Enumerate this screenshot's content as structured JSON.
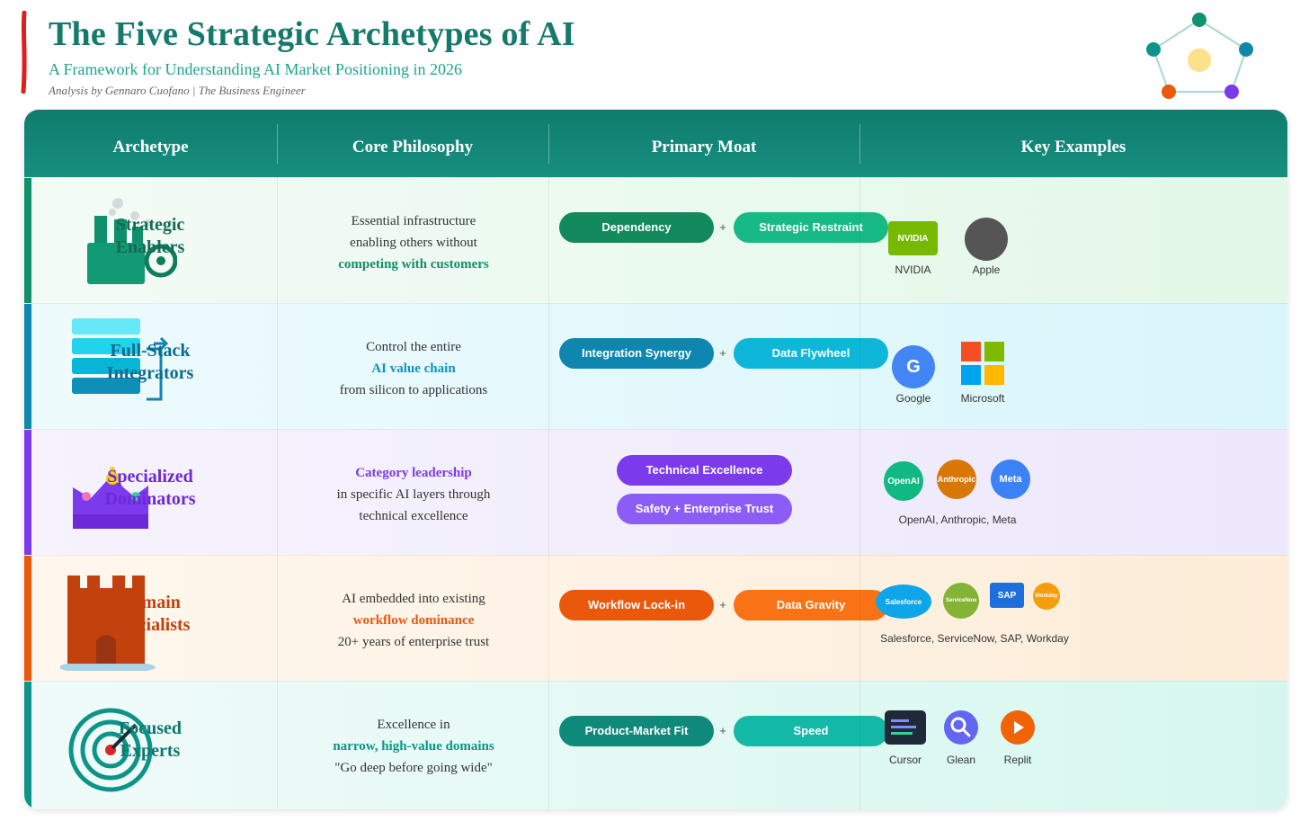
{
  "header": {
    "title": "The Five Strategic Archetypes of AI",
    "subtitle": "A Framework for Understanding AI Market Positioning in 2026",
    "byline": "Analysis by Gennaro Cuofano | The Business Engineer"
  },
  "table": {
    "headers": [
      "Archetype",
      "Core Philosophy",
      "Primary Moat",
      "Key Examples"
    ],
    "rows": [
      {
        "archetype": [
          "Strategic",
          "Enablers"
        ],
        "philosophy": [
          "Essential infrastructure",
          "enabling others without",
          "competing with customers"
        ],
        "moats": [
          "Dependency",
          "Strategic Restraint"
        ],
        "plus": "+",
        "examples": [
          {
            "logo_text": "NVIDIA",
            "caption": "NVIDIA"
          },
          {
            "logo_text": "",
            "caption": "Apple"
          }
        ]
      },
      {
        "archetype": [
          "Full-Stack",
          "Integrators"
        ],
        "philosophy": [
          "Control the entire",
          "AI value chain",
          "from silicon to applications"
        ],
        "moats": [
          "Integration Synergy",
          "Data Flywheel"
        ],
        "plus": "+",
        "examples": [
          {
            "logo_text": "G",
            "caption": "Google"
          },
          {
            "logo_text": "",
            "caption": "Microsoft"
          }
        ]
      },
      {
        "archetype": [
          "Specialized",
          "Dominators"
        ],
        "philosophy": [
          "Category leadership",
          "in specific AI layers through",
          "technical excellence"
        ],
        "moats": [
          "Technical Excellence",
          "Safety + Enterprise Trust"
        ],
        "examples": [
          {
            "logo_text": "OpenAI"
          },
          {
            "logo_text": "Anthropic"
          },
          {
            "logo_text": "Meta"
          }
        ],
        "examples_caption": "OpenAI, Anthropic, Meta"
      },
      {
        "archetype": [
          "Domain",
          "Specialists"
        ],
        "philosophy": [
          "AI embedded into existing",
          "workflow dominance",
          "20+ years of enterprise trust"
        ],
        "moats": [
          "Workflow Lock-in",
          "Data Gravity"
        ],
        "plus": "+",
        "examples": [
          {
            "logo_text": "Salesforce"
          },
          {
            "logo_text": "ServiceNow"
          },
          {
            "logo_text": "SAP"
          },
          {
            "logo_text": "Workday"
          }
        ],
        "examples_caption": "Salesforce, ServiceNow, SAP, Workday"
      },
      {
        "archetype": [
          "Focused",
          "Experts"
        ],
        "philosophy": [
          "Excellence in",
          "narrow, high-value domains",
          "\"Go deep before going wide\""
        ],
        "moats": [
          "Product-Market Fit",
          "Speed"
        ],
        "plus": "+",
        "examples": [
          {
            "logo_text": "",
            "caption": "Cursor"
          },
          {
            "logo_text": "",
            "caption": "Glean"
          },
          {
            "logo_text": "",
            "caption": "Replit"
          }
        ]
      }
    ]
  },
  "colors": {
    "brand_teal": "#157a6b",
    "enablers": "#0f8f6a",
    "integrators": "#0e86b0",
    "dominators": "#7c3aed",
    "specialists": "#ea580c",
    "experts": "#0d9488"
  }
}
